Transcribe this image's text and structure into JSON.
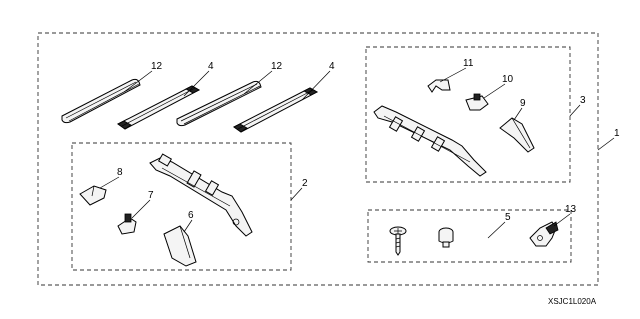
{
  "callouts": {
    "c1": "1",
    "c2": "2",
    "c3": "3",
    "c4a": "4",
    "c4b": "4",
    "c5": "5",
    "c6": "6",
    "c7": "7",
    "c8": "8",
    "c9": "9",
    "c10": "10",
    "c11": "11",
    "c12a": "12",
    "c12b": "12",
    "c13": "13"
  },
  "diagram_code": "XSJC1L020A"
}
